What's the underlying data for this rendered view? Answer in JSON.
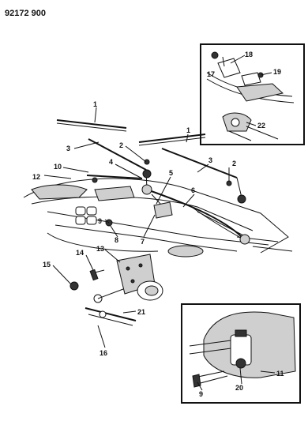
{
  "header": {
    "diagram_number": "92172 900"
  },
  "callouts": {
    "c1a": "1",
    "c1b": "1",
    "c2a": "2",
    "c2b": "2",
    "c3a": "3",
    "c3b": "3",
    "c4": "4",
    "c5": "5",
    "c6": "6",
    "c7": "7",
    "c8": "8",
    "c9a": "9",
    "c9b": "9",
    "c10": "10",
    "c11": "11",
    "c12": "12",
    "c13": "13",
    "c14": "14",
    "c15": "15",
    "c16": "16",
    "c17": "17",
    "c18": "18",
    "c19": "19",
    "c20": "20",
    "c21": "21",
    "c22": "22"
  }
}
